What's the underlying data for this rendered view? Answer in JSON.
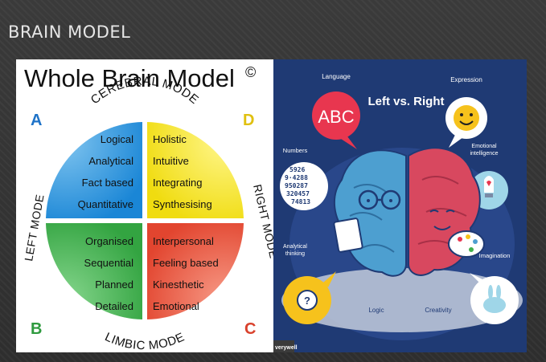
{
  "slide": {
    "title": "BRAIN MODEL"
  },
  "whole_brain": {
    "title": "Whole Brain Model",
    "copyright": "©",
    "arc_top": "CEREBRAL MODE",
    "arc_bottom": "LIMBIC MODE",
    "arc_left": "LEFT MODE",
    "arc_right": "RIGHT MODE",
    "letters": {
      "a": "A",
      "b": "B",
      "c": "C",
      "d": "D"
    },
    "quadrant_a": [
      "Logical",
      "Analytical",
      "Fact based",
      "Quantitative"
    ],
    "quadrant_d": [
      "Holistic",
      "Intuitive",
      "Integrating",
      "Synthesising"
    ],
    "quadrant_b": [
      "Organised",
      "Sequential",
      "Planned",
      "Detailed"
    ],
    "quadrant_c": [
      "Interpersonal",
      "Feeling based",
      "Kinesthetic",
      "Emotional"
    ],
    "colors": {
      "a": "#1e8fd8",
      "d": "#f2e21c",
      "b": "#3fb04a",
      "c": "#e8503a",
      "letter_a": "#1e73c8",
      "letter_d": "#e0c010",
      "letter_b": "#2e9a3e",
      "letter_c": "#d9412c"
    }
  },
  "left_right": {
    "title": "Left vs. Right",
    "language": "Language",
    "abc": "ABC",
    "expression": "Expression",
    "numbers": "Numbers",
    "emotional_intelligence": "Emotional intelligence",
    "analytical_thinking": "Analytical thinking",
    "imagination": "Imagination",
    "logic": "Logic",
    "creativity": "Creativity",
    "brand": "verywell",
    "digits": "5926\n9·4288\n950287\n320457\n74813",
    "colors": {
      "background": "#1f3a74",
      "left_brain": "#4d9fd0",
      "right_brain": "#d8485f"
    }
  }
}
